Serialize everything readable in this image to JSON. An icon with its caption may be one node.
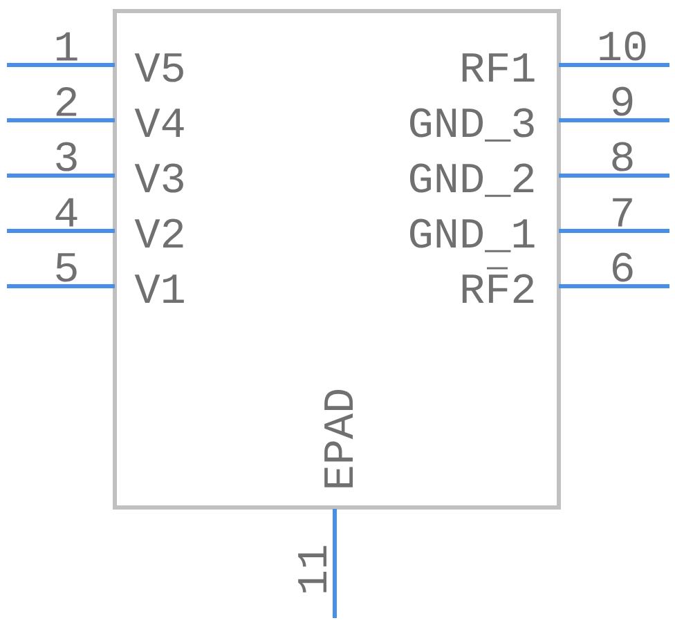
{
  "diagram": {
    "nodes": [
      {
        "text": [],
        "shape": "box"
      }
    ],
    "labels": [
      "1",
      "V5",
      "RF1",
      "10",
      "2",
      "V4",
      "GND_3",
      "9",
      "3",
      "V3",
      "GND_2",
      "8",
      "4",
      "V2",
      "GND_1",
      "7",
      "5",
      "V1",
      "RF2",
      "6",
      "EPAD",
      "11"
    ]
  }
}
